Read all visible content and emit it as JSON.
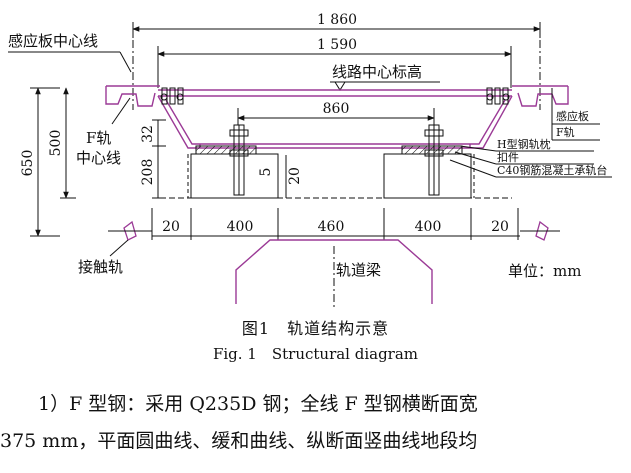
{
  "figure": {
    "dims": {
      "d1860": "1 860",
      "d1590": "1 590",
      "d860": "860",
      "d650": "650",
      "d500": "500",
      "d32": "32",
      "d208": "208",
      "d5": "5",
      "d20v": "20",
      "b20l": "20",
      "b400l": "400",
      "b460": "460",
      "b400r": "400",
      "b20r": "20"
    },
    "labels": {
      "sensor_center": "感应板中心线",
      "line_center_elev": "线路中心标高",
      "f_rail": "F轨",
      "center_line": "中心线",
      "h_sleeper": "H型钢轨枕",
      "fastener": "扣件",
      "c40_base": "C40钢筋混凝土承轨台",
      "sensor_plate": "感应板",
      "f_rail_r": "F轨",
      "contact_rail": "接触轨",
      "track_beam": "轨道梁",
      "unit": "单位：mm"
    }
  },
  "caption": {
    "cn": "图1　轨道结构示意",
    "en": "Fig. 1　Structural diagram"
  },
  "body": {
    "line1": "1）F 型钢：采用 Q235D 钢；全线 F 型钢横断面宽",
    "line2": "375 mm，平面圆曲线、缓和曲线、纵断面竖曲线地段均"
  },
  "colors": {
    "rail": "#9b3a96",
    "ink": "#111111"
  }
}
